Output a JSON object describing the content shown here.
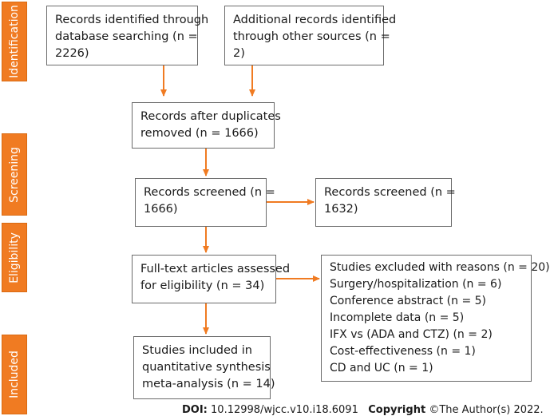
{
  "stages": {
    "identification": "Identification",
    "screening": "Screening",
    "eligibility": "Eligibility",
    "included": "Included"
  },
  "boxes": {
    "records_identified": [
      "Records identified through",
      "database searching (n =",
      "2226)"
    ],
    "additional_records": [
      "Additional records identified",
      "through other sources (n =",
      "2)"
    ],
    "after_duplicates": [
      "Records after duplicates",
      "removed (n = 1666)"
    ],
    "screened": [
      "Records screened (n =",
      "1666)"
    ],
    "screened_excluded": [
      "Records screened (n =",
      "1632)"
    ],
    "full_text": [
      "Full-text articles assessed",
      "for eligibility (n = 34)"
    ],
    "excluded_reasons": [
      "Studies excluded with reasons (n = 20)",
      "Surgery/hospitalization (n = 6)",
      "Conference abstract (n = 5)",
      "Incomplete data (n = 5)",
      "IFX vs (ADA and CTZ) (n = 2)",
      "Cost-effectiveness (n = 1)",
      "CD and UC (n = 1)"
    ],
    "included_studies": [
      "Studies included in",
      "quantitative synthesis",
      "meta-analysis (n = 14)"
    ]
  },
  "footer": {
    "doi_label": "DOI:",
    "doi_value": "10.12998/wjcc.v10.i18.6091",
    "copyright_label": "Copyright",
    "copyright_value": "©The Author(s) 2022."
  },
  "colors": {
    "stage_bg": "#f07b22",
    "arrow": "#f07b22",
    "box_border": "#6b6b6b"
  }
}
